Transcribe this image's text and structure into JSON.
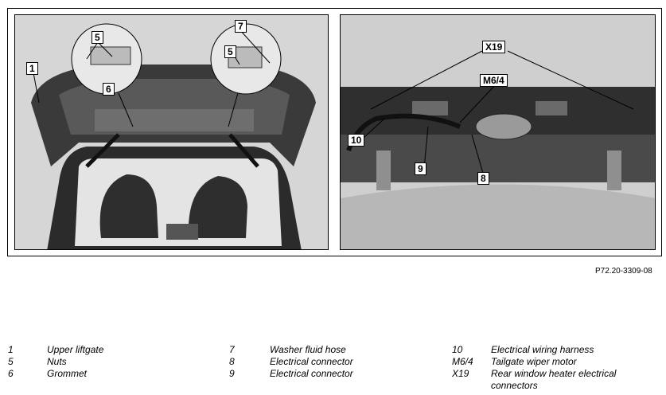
{
  "figure_ref": "P72.20-3309-08",
  "callouts": {
    "c1": "1",
    "c5a": "5",
    "c6": "6",
    "c7": "7",
    "c5b": "5",
    "x19": "X19",
    "m64": "M6/4",
    "c10": "10",
    "c9": "9",
    "c8": "8"
  },
  "legend": [
    {
      "num": "1",
      "text": "Upper liftgate"
    },
    {
      "num": "5",
      "text": "Nuts"
    },
    {
      "num": "6",
      "text": "Grommet"
    },
    {
      "num": "7",
      "text": "Washer fluid hose"
    },
    {
      "num": "8",
      "text": "Electrical connector"
    },
    {
      "num": "9",
      "text": "Electrical connector"
    },
    {
      "num": "10",
      "text": "Electrical wiring harness"
    },
    {
      "num": "M6/4",
      "text": "Tailgate wiper motor"
    },
    {
      "num": "X19",
      "text": "Rear window heater electrical connectors"
    }
  ]
}
